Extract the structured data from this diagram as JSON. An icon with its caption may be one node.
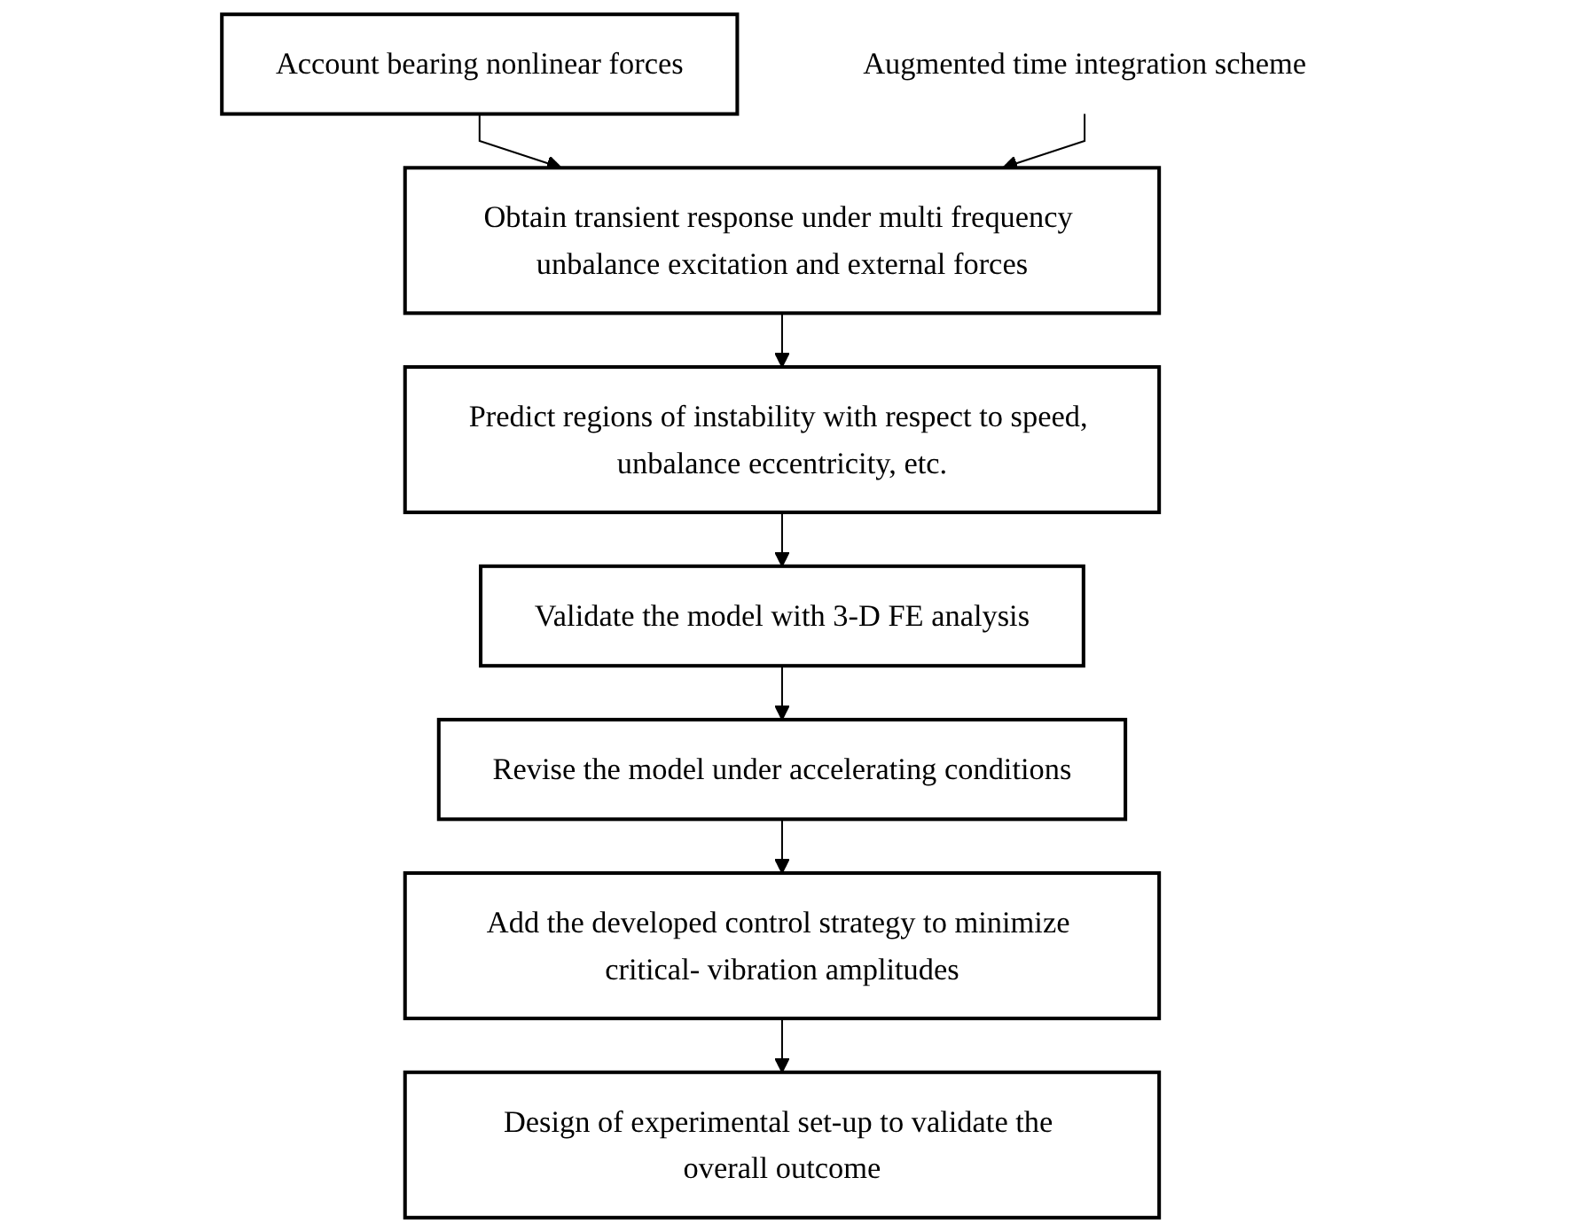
{
  "diagram": {
    "nodes": [
      {
        "text": [
          "Account bearing nonlinear forces"
        ]
      },
      {
        "text": [
          "Obtain transient response under multi frequency unbalance excitation and external forces"
        ]
      },
      {
        "text": [
          "Predict regions of instability with respect to speed, unbalance eccentricity, etc."
        ]
      },
      {
        "text": [
          "Validate the model with 3-D FE analysis"
        ]
      },
      {
        "text": [
          "Revise the model under accelerating conditions"
        ]
      },
      {
        "text": [
          "Add the developed control strategy to minimize critical- vibration amplitudes"
        ]
      },
      {
        "text": [
          "Design of experimental set-up to validate the overall outcome"
        ]
      },
      {
        "text": [
          "Augmented time integration scheme"
        ]
      }
    ],
    "edges": [
      {
        "from": 0,
        "to": 1,
        "arrow": "to"
      },
      {
        "from": 1,
        "to": 2,
        "arrow": "to"
      },
      {
        "from": 2,
        "to": 3,
        "arrow": "to"
      },
      {
        "from": 3,
        "to": 4,
        "arrow": "to"
      },
      {
        "from": 4,
        "to": 5,
        "arrow": "to"
      },
      {
        "from": 5,
        "to": 6,
        "arrow": "to"
      },
      {
        "from": 7,
        "to": 1,
        "arrow": "to"
      }
    ]
  }
}
